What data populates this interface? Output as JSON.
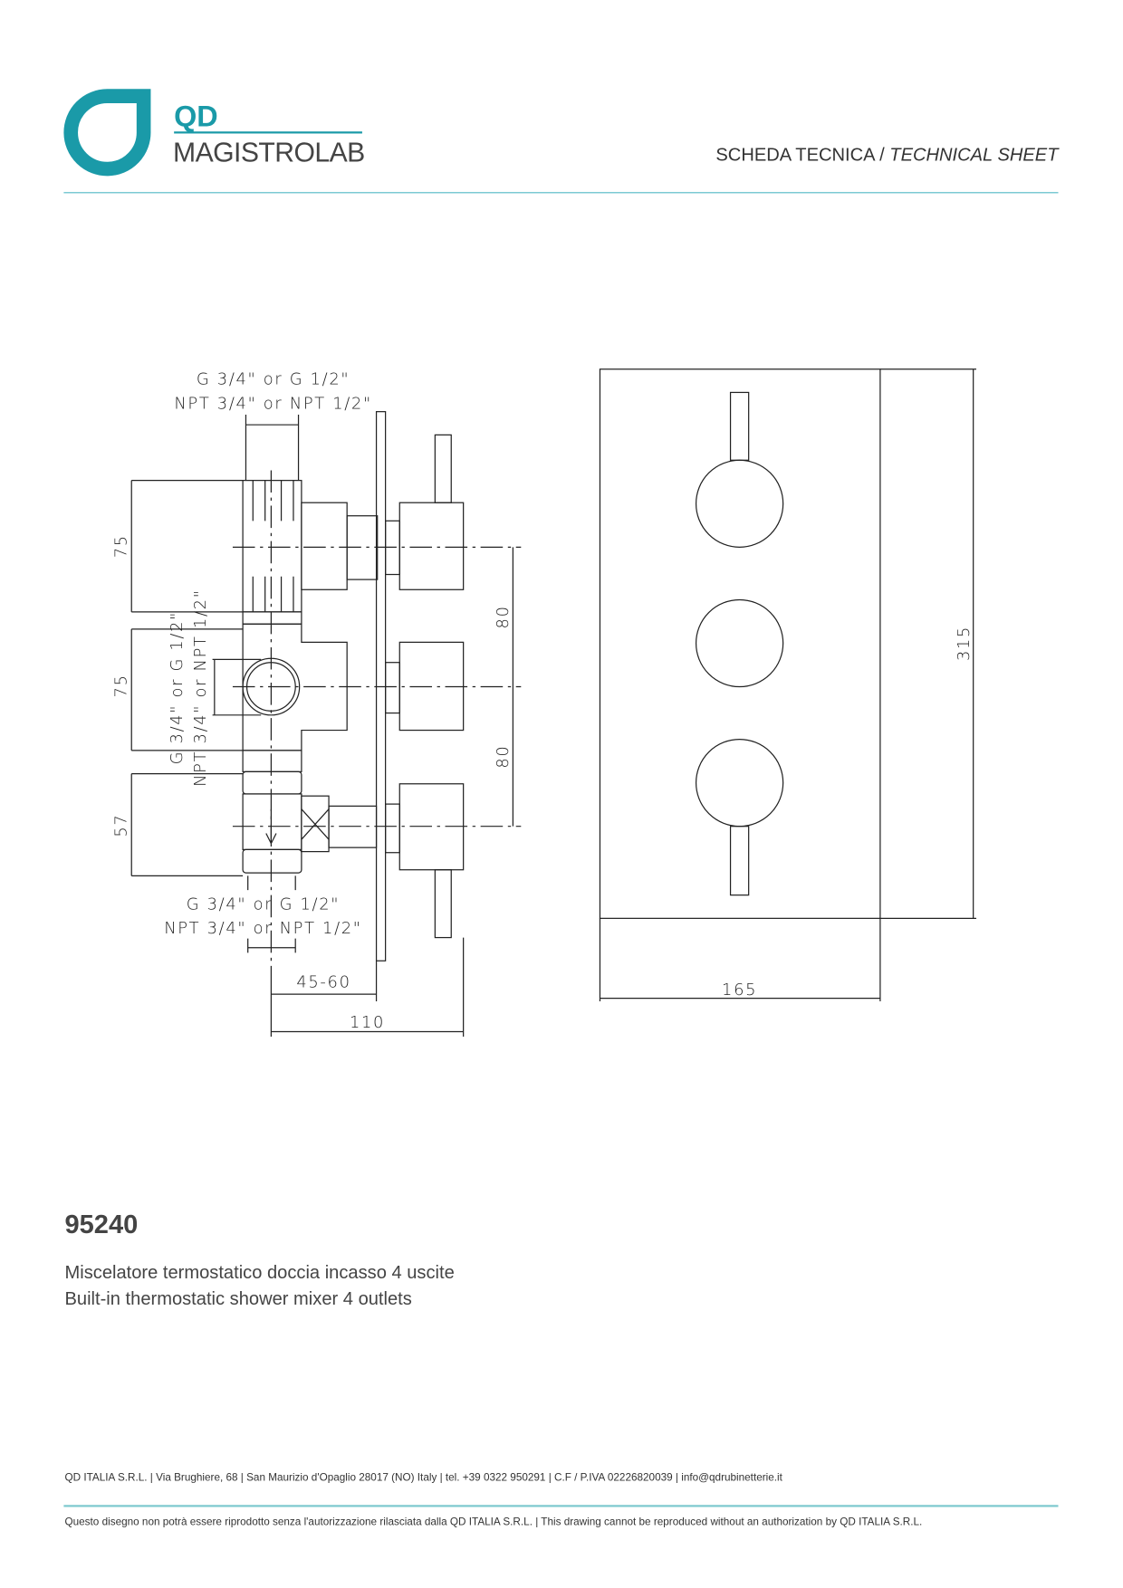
{
  "header": {
    "logo": {
      "brand_top": "QD",
      "brand_bottom": "MAGISTROLAB"
    },
    "title_it": "SCHEDA TECNICA",
    "separator": "/",
    "title_en": "TECHNICAL SHEET"
  },
  "drawing": {
    "side_view": {
      "top_connection_g": "G 3/4\" or G 1/2\"",
      "top_connection_npt": "NPT 3/4\" or NPT 1/2\"",
      "side_connection_g": "G 3/4\" or G 1/2\"",
      "side_connection_npt": "NPT 3/4\" or NPT 1/2\"",
      "bottom_connection_g": "G 3/4\" or G 1/2\"",
      "bottom_connection_npt": "NPT 3/4\" or NPT 1/2\"",
      "dim_upper": "75",
      "dim_middle": "75",
      "dim_lower": "57",
      "dim_axis_1": "80",
      "dim_axis_2": "80",
      "dim_depth_range": "45-60",
      "dim_total_depth": "110"
    },
    "front_view": {
      "dim_height": "315",
      "dim_width": "165"
    }
  },
  "product": {
    "code": "95240",
    "description_it": "Miscelatore termostatico doccia incasso 4 uscite",
    "description_en": "Built-in thermostatic shower mixer 4 outlets"
  },
  "footer": {
    "company_info": "QD ITALIA S.R.L. | Via Brughiere, 68 | San Maurizio d'Opaglio 28017 (NO) Italy | tel. +39 0322 950291 | C.F / P.IVA 02226820039 | info@qdrubinetterie.it",
    "copyright": "Questo disegno non potrà essere riprodotto senza l'autorizzazione rilasciata dalla QD ITALIA S.R.L. | This drawing cannot be reproduced without an authorization by QD ITALIA S.R.L."
  },
  "colors": {
    "accent": "#1a9aa8",
    "text": "#333333"
  }
}
